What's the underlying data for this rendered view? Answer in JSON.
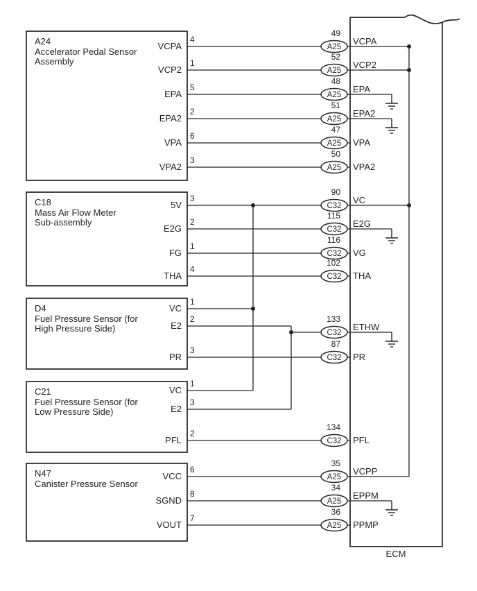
{
  "colors": {
    "line": "#232323",
    "background": "#ffffff"
  },
  "ecm": {
    "label": "ECM",
    "rows": [
      {
        "pin": "49",
        "conn": "A25",
        "label": "VCPA"
      },
      {
        "pin": "52",
        "conn": "A25",
        "label": "VCP2"
      },
      {
        "pin": "48",
        "conn": "A25",
        "label": "EPA"
      },
      {
        "pin": "51",
        "conn": "A25",
        "label": "EPA2"
      },
      {
        "pin": "47",
        "conn": "A25",
        "label": "VPA"
      },
      {
        "pin": "50",
        "conn": "A25",
        "label": "VPA2"
      },
      {
        "pin": "90",
        "conn": "C32",
        "label": "VC"
      },
      {
        "pin": "115",
        "conn": "C32",
        "label": "E2G"
      },
      {
        "pin": "116",
        "conn": "C32",
        "label": "VG"
      },
      {
        "pin": "102",
        "conn": "C32",
        "label": "THA"
      },
      {
        "pin": "133",
        "conn": "C32",
        "label": "ETHW"
      },
      {
        "pin": "87",
        "conn": "C32",
        "label": "PR"
      },
      {
        "pin": "134",
        "conn": "C32",
        "label": "PFL"
      },
      {
        "pin": "35",
        "conn": "A25",
        "label": "VCPP"
      },
      {
        "pin": "34",
        "conn": "A25",
        "label": "EPPM"
      },
      {
        "pin": "36",
        "conn": "A25",
        "label": "PPMP"
      }
    ]
  },
  "components": [
    {
      "id": "A24",
      "name_line1": "Accelerator Pedal Sensor",
      "name_line2": "Assembly",
      "pins": [
        {
          "label": "VCPA",
          "wire": "4"
        },
        {
          "label": "VCP2",
          "wire": "1"
        },
        {
          "label": "EPA",
          "wire": "5"
        },
        {
          "label": "EPA2",
          "wire": "2"
        },
        {
          "label": "VPA",
          "wire": "6"
        },
        {
          "label": "VPA2",
          "wire": "3"
        }
      ]
    },
    {
      "id": "C18",
      "name_line1": "Mass Air Flow Meter",
      "name_line2": "Sub-assembly",
      "pins": [
        {
          "label": "5V",
          "wire": "3"
        },
        {
          "label": "E2G",
          "wire": "2"
        },
        {
          "label": "FG",
          "wire": "1"
        },
        {
          "label": "THA",
          "wire": "4"
        }
      ]
    },
    {
      "id": "D4",
      "name_line1": "Fuel Pressure Sensor (for",
      "name_line2": "High Pressure Side)",
      "pins": [
        {
          "label": "VC",
          "wire": "1"
        },
        {
          "label": "E2",
          "wire": "2"
        },
        {
          "label": "PR",
          "wire": "3"
        }
      ]
    },
    {
      "id": "C21",
      "name_line1": "Fuel Pressure Sensor (for",
      "name_line2": "Low Pressure Side)",
      "pins": [
        {
          "label": "VC",
          "wire": "1"
        },
        {
          "label": "E2",
          "wire": "3"
        },
        {
          "label": "PFL",
          "wire": "2"
        }
      ]
    },
    {
      "id": "N47",
      "name_line1": "Canister Pressure Sensor",
      "pins": [
        {
          "label": "VCC",
          "wire": "6"
        },
        {
          "label": "SGND",
          "wire": "8"
        },
        {
          "label": "VOUT",
          "wire": "7"
        }
      ]
    }
  ]
}
